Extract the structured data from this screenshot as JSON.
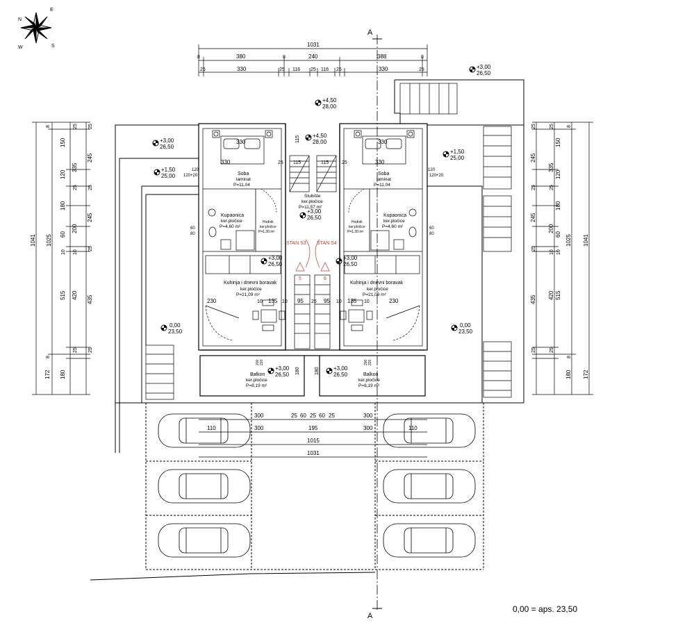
{
  "compass": {
    "labels": [
      "N",
      "E",
      "W",
      "S"
    ]
  },
  "section": {
    "top": "A",
    "bottom": "A"
  },
  "dims_top": {
    "overall": "1031",
    "row2": [
      "8",
      "380",
      "8",
      "240",
      "388",
      "8"
    ],
    "row3": [
      "25",
      "330",
      "25",
      "116",
      "25",
      "116",
      "25",
      "330",
      "25"
    ]
  },
  "dims_left": {
    "outer": "1041",
    "inner": "1025",
    "col1": [
      "8",
      "150",
      "120",
      "180",
      "60",
      "10",
      "515",
      "8",
      "172"
    ],
    "col2": [
      "25",
      "335",
      "25",
      "200",
      "10",
      "420",
      "25",
      "180"
    ],
    "col3": [
      "25",
      "245",
      "25",
      "245",
      "25",
      "435",
      "25"
    ]
  },
  "dims_right": {
    "outer": "1041",
    "inner": "1025",
    "col1": [
      "8",
      "150",
      "120",
      "180",
      "60",
      "10",
      "515",
      "8",
      "172"
    ],
    "col2": [
      "25",
      "335",
      "25",
      "200",
      "10",
      "420",
      "25",
      "180"
    ],
    "col3": [
      "25",
      "245",
      "25",
      "245",
      "25",
      "435",
      "25"
    ]
  },
  "levels": [
    {
      "id": "tr",
      "elev": "+3,00",
      "abs": "26,50"
    },
    {
      "id": "top",
      "elev": "+4,50",
      "abs": "28,00"
    },
    {
      "id": "stair",
      "elev": "+4,50",
      "abs": "28,00"
    },
    {
      "id": "lt",
      "elev": "+3,00",
      "abs": "26,50"
    },
    {
      "id": "l2",
      "elev": "+1,50",
      "abs": "25,00"
    },
    {
      "id": "r2",
      "elev": "+1,50",
      "abs": "25,00"
    },
    {
      "id": "hall",
      "elev": "+3,00",
      "abs": "26,50"
    },
    {
      "id": "s3",
      "elev": "+3,00",
      "abs": "26,50"
    },
    {
      "id": "s4",
      "elev": "+3,00",
      "abs": "26,50"
    },
    {
      "id": "lg",
      "elev": "0,00",
      "abs": "23,50"
    },
    {
      "id": "rg",
      "elev": "0,00",
      "abs": "23,50"
    },
    {
      "id": "b3",
      "elev": "+3,00",
      "abs": "26,50"
    },
    {
      "id": "b4",
      "elev": "+3,00",
      "abs": "26,50"
    }
  ],
  "rooms": {
    "soba_l": {
      "name": "Soba",
      "floor": "laminat",
      "area": "P=11,04"
    },
    "soba_r": {
      "name": "Soba",
      "floor": "laminat",
      "area": "P=11,04"
    },
    "stair": {
      "name": "Stubište",
      "floor": "ker.pločice",
      "area": "P=11,57 m²"
    },
    "kup_l": {
      "name": "Kupaonica",
      "floor": "ker.pločice",
      "area": "P=4,60 m²"
    },
    "kup_r": {
      "name": "Kupaonica",
      "floor": "ker.pločice",
      "area": "P=4,60 m²"
    },
    "hod_l": {
      "name": "Hodnik",
      "floor": "ker.pločice",
      "area": "P=1,30 m²"
    },
    "hod_r": {
      "name": "Hodnik",
      "floor": "ker.pločice",
      "area": "P=1,30 m²"
    },
    "kuh_l": {
      "name": "Kuhinja i dnevni boravak",
      "floor": "ker.pločice",
      "area": "P=21,09 m²"
    },
    "kuh_r": {
      "name": "Kuhinja i dnevni boravak",
      "floor": "ker.pločice",
      "area": "P=21,09 m²"
    },
    "bal_l": {
      "name": "Balkon",
      "floor": "ker.pločice",
      "area": "P=8,19 m²"
    },
    "bal_r": {
      "name": "Balkon",
      "floor": "ker.pločice",
      "area": "P=8,19 m²"
    }
  },
  "units": {
    "s3": "STAN S3",
    "s4": "STAN S4",
    "s3_door": "5",
    "s4_door": "6"
  },
  "inner_dims": {
    "room_w": "330",
    "sub115": "115",
    "n25": "25",
    "n120": "120",
    "w120x20": "120+20",
    "w60": "60",
    "n80": "80",
    "k230": "230",
    "k10": "10",
    "k135": "135",
    "k95": "95",
    "k180": "180",
    "k200": "200",
    "k220": "220"
  },
  "parking_dims": {
    "r1": [
      "300",
      "25",
      "60",
      "25",
      "60",
      "25",
      "300"
    ],
    "r2": [
      "110",
      "300",
      "195",
      "300",
      "110"
    ],
    "r3": "1015",
    "r4": "1031"
  },
  "footer_note": "0,00 = aps. 23,50"
}
